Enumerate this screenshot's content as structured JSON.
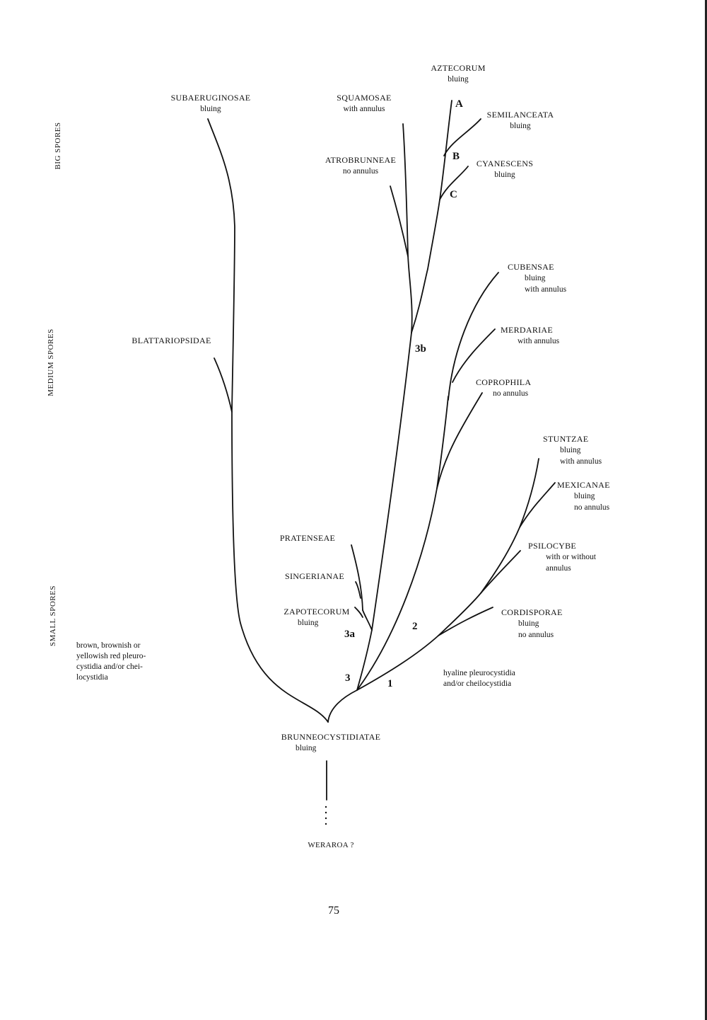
{
  "spore_axis": {
    "big": "BIG SPORES",
    "medium": "MEDIUM SPORES",
    "small": "SMALL SPORES"
  },
  "taxa": {
    "subaeruginosae": {
      "name": "SUBAERUGINOSAE",
      "note": "bluing"
    },
    "blattariopsidae": {
      "name": "BLATTARIOPSIDAE"
    },
    "squamosae": {
      "name": "SQUAMOSAE",
      "note": "with annulus"
    },
    "atrobrunneae": {
      "name": "ATROBRUNNEAE",
      "note": "no annulus"
    },
    "aztecorum": {
      "name": "AZTECORUM",
      "note": "bluing"
    },
    "semilanceata": {
      "name": "SEMILANCEATA",
      "note": "bluing"
    },
    "cyanescens": {
      "name": "CYANESCENS",
      "note": "bluing"
    },
    "cubensae": {
      "name": "CUBENSAE",
      "note1": "bluing",
      "note2": "with annulus"
    },
    "merdariae": {
      "name": "MERDARIAE",
      "note": "with annulus"
    },
    "coprophila": {
      "name": "COPROPHILA",
      "note": "no annulus"
    },
    "stuntzae": {
      "name": "STUNTZAE",
      "note1": "bluing",
      "note2": "with annulus"
    },
    "mexicanae": {
      "name": "MEXICANAE",
      "note1": "bluing",
      "note2": "no annulus"
    },
    "psilocybe": {
      "name": "PSILOCYBE",
      "note1": "with or without",
      "note2": "annulus"
    },
    "cordisporae": {
      "name": "CORDISPORAE",
      "note1": "bluing",
      "note2": "no annulus"
    },
    "pratenseae": {
      "name": "PRATENSEAE"
    },
    "singerianae": {
      "name": "SINGERIANAE"
    },
    "zapotecorum": {
      "name": "ZAPOTECORUM",
      "note": "bluing"
    },
    "brunneocystidiatae": {
      "name": "BRUNNEOCYSTIDIATAE",
      "note": "bluing"
    },
    "weraroa": {
      "name": "WERAROA ?"
    }
  },
  "node_labels": {
    "n1": "1",
    "n2": "2",
    "n3": "3",
    "n3a": "3a",
    "n3b": "3b",
    "a": "A",
    "b": "B",
    "c": "C"
  },
  "notes": {
    "brown": [
      "brown, brownish or",
      "yellowish red pleuro-",
      "cystidia and/or chei-",
      "locystidia"
    ],
    "hyaline": [
      "hyaline pleurocystidia",
      "and/or cheilocystidia"
    ]
  },
  "page_number": "75",
  "line_color": "#111111"
}
